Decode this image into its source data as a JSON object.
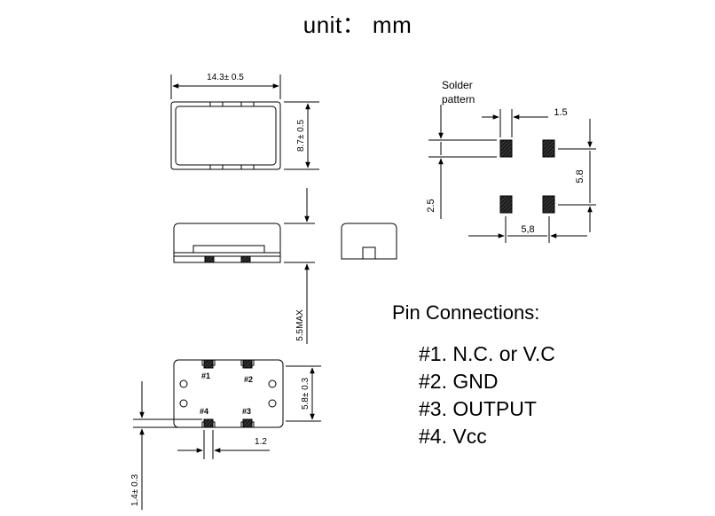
{
  "title": "unit： mm",
  "dimensions": {
    "top_width": "14.3± 0.5",
    "top_height": "8.7± 0.5",
    "side_height": "5.5MAX",
    "bottom_height": "5.8± 0.3",
    "bottom_pad_width": "1.2",
    "bottom_pad_height": "1.4± 0.3"
  },
  "solder_pattern": {
    "label_line1": "Solder",
    "label_line2": "pattern",
    "pad_width": "1.5",
    "pad_height": "2.5",
    "vertical_pitch": "5.8",
    "horizontal_pitch": "5,8"
  },
  "pin_markers": [
    "#1",
    "#2",
    "#4",
    "#3"
  ],
  "pin_connections": {
    "heading": "Pin Connections:",
    "pins": [
      "#1. N.C. or V.C",
      "#2. GND",
      "#3. OUTPUT",
      "#4. Vcc"
    ]
  }
}
